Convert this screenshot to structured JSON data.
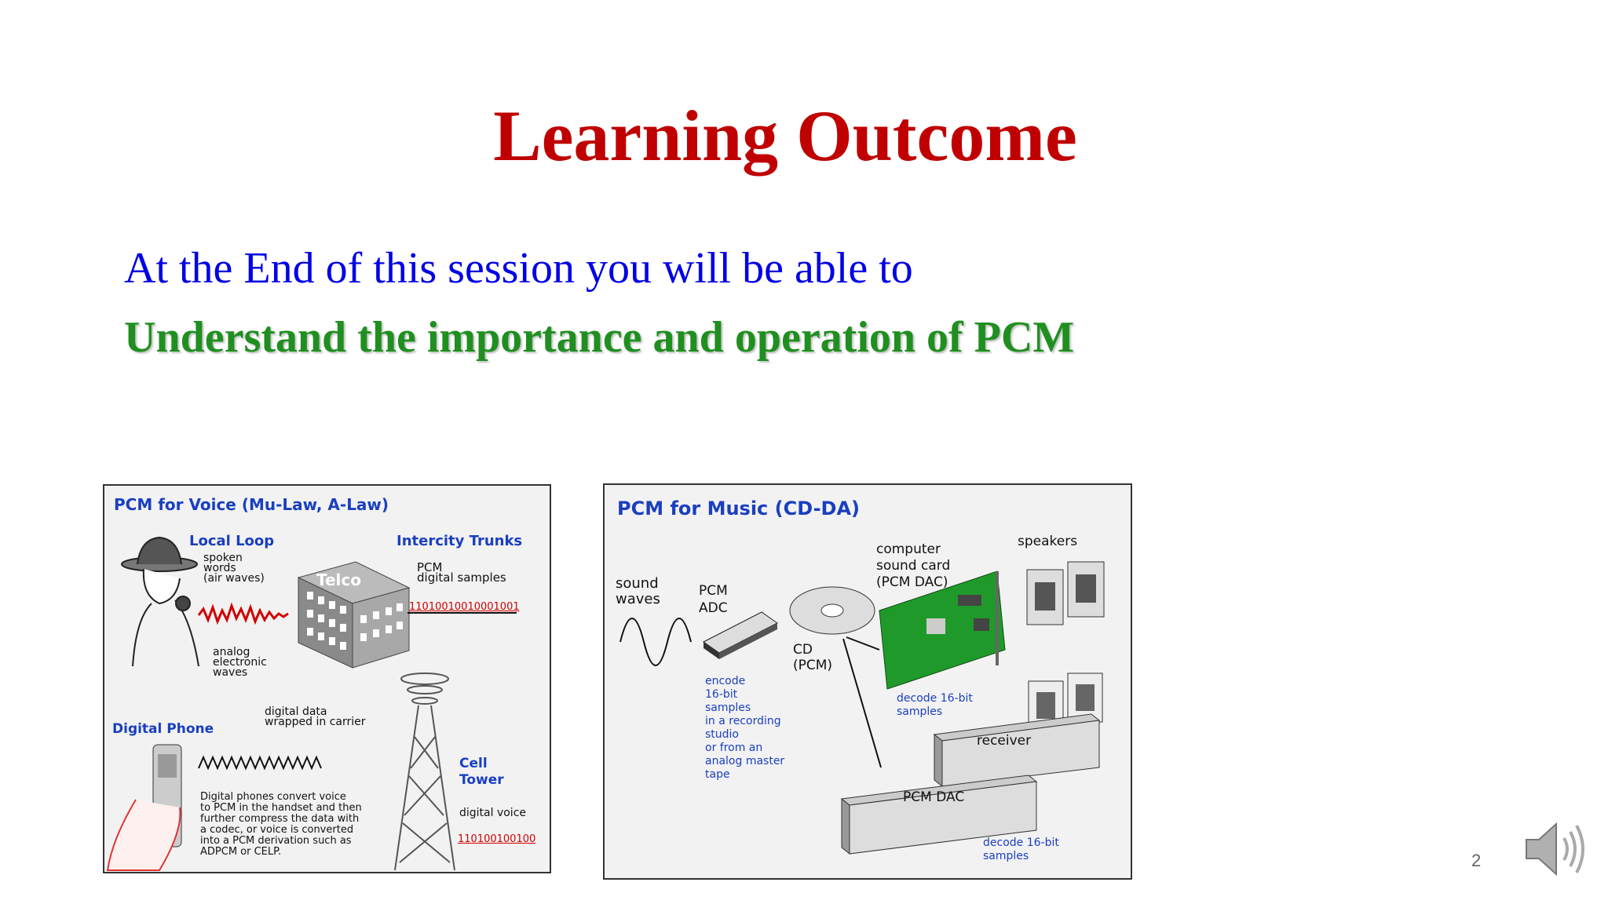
{
  "slide": {
    "title": "Learning Outcome",
    "subtitle": "At the End of this session you will be able to",
    "outcome": "Understand the importance and operation of PCM",
    "page_number": "2"
  },
  "voice_panel": {
    "title": "PCM for Voice (Mu-Law, A-Law)",
    "local_loop": "Local Loop",
    "intercity_trunks": "Intercity Trunks",
    "spoken_words": [
      "spoken",
      "words",
      "(air waves)"
    ],
    "telco": "Telco",
    "pcm_samples": [
      "PCM",
      "digital samples"
    ],
    "bits_top": "11010010010001001",
    "analog": [
      "analog",
      "electronic",
      "waves"
    ],
    "digital_phone": "Digital Phone",
    "digital_data": [
      "digital data",
      "wrapped in carrier"
    ],
    "cell_tower": [
      "Cell",
      "Tower"
    ],
    "phone_note": [
      "Digital phones convert voice",
      "to PCM in the handset and then",
      "further compress the data with",
      "a codec, or voice is converted",
      "into a PCM derivation such as",
      "ADPCM or CELP."
    ],
    "digital_voice": "digital voice",
    "bits_bottom": "110100100100"
  },
  "music_panel": {
    "title": "PCM for Music (CD-DA)",
    "sound_waves": [
      "sound",
      "waves"
    ],
    "pcm_adc": [
      "PCM",
      "ADC"
    ],
    "cd": [
      "CD",
      "(PCM)"
    ],
    "computer_card": [
      "computer",
      "sound card",
      "(PCM DAC)"
    ],
    "speakers": "speakers",
    "encode": [
      "encode",
      "16-bit",
      "samples",
      "in a recording",
      "studio",
      "or from an",
      "analog master",
      "tape"
    ],
    "decode_top": [
      "decode 16-bit",
      "samples"
    ],
    "receiver": "receiver",
    "pcm_dac": "PCM DAC",
    "decode_bottom": [
      "decode 16-bit",
      "samples"
    ]
  },
  "colors": {
    "title": "#c00000",
    "subtitle": "#0000e6",
    "outcome": "#1f8f1f",
    "panel_label": "#1a3fbf"
  }
}
